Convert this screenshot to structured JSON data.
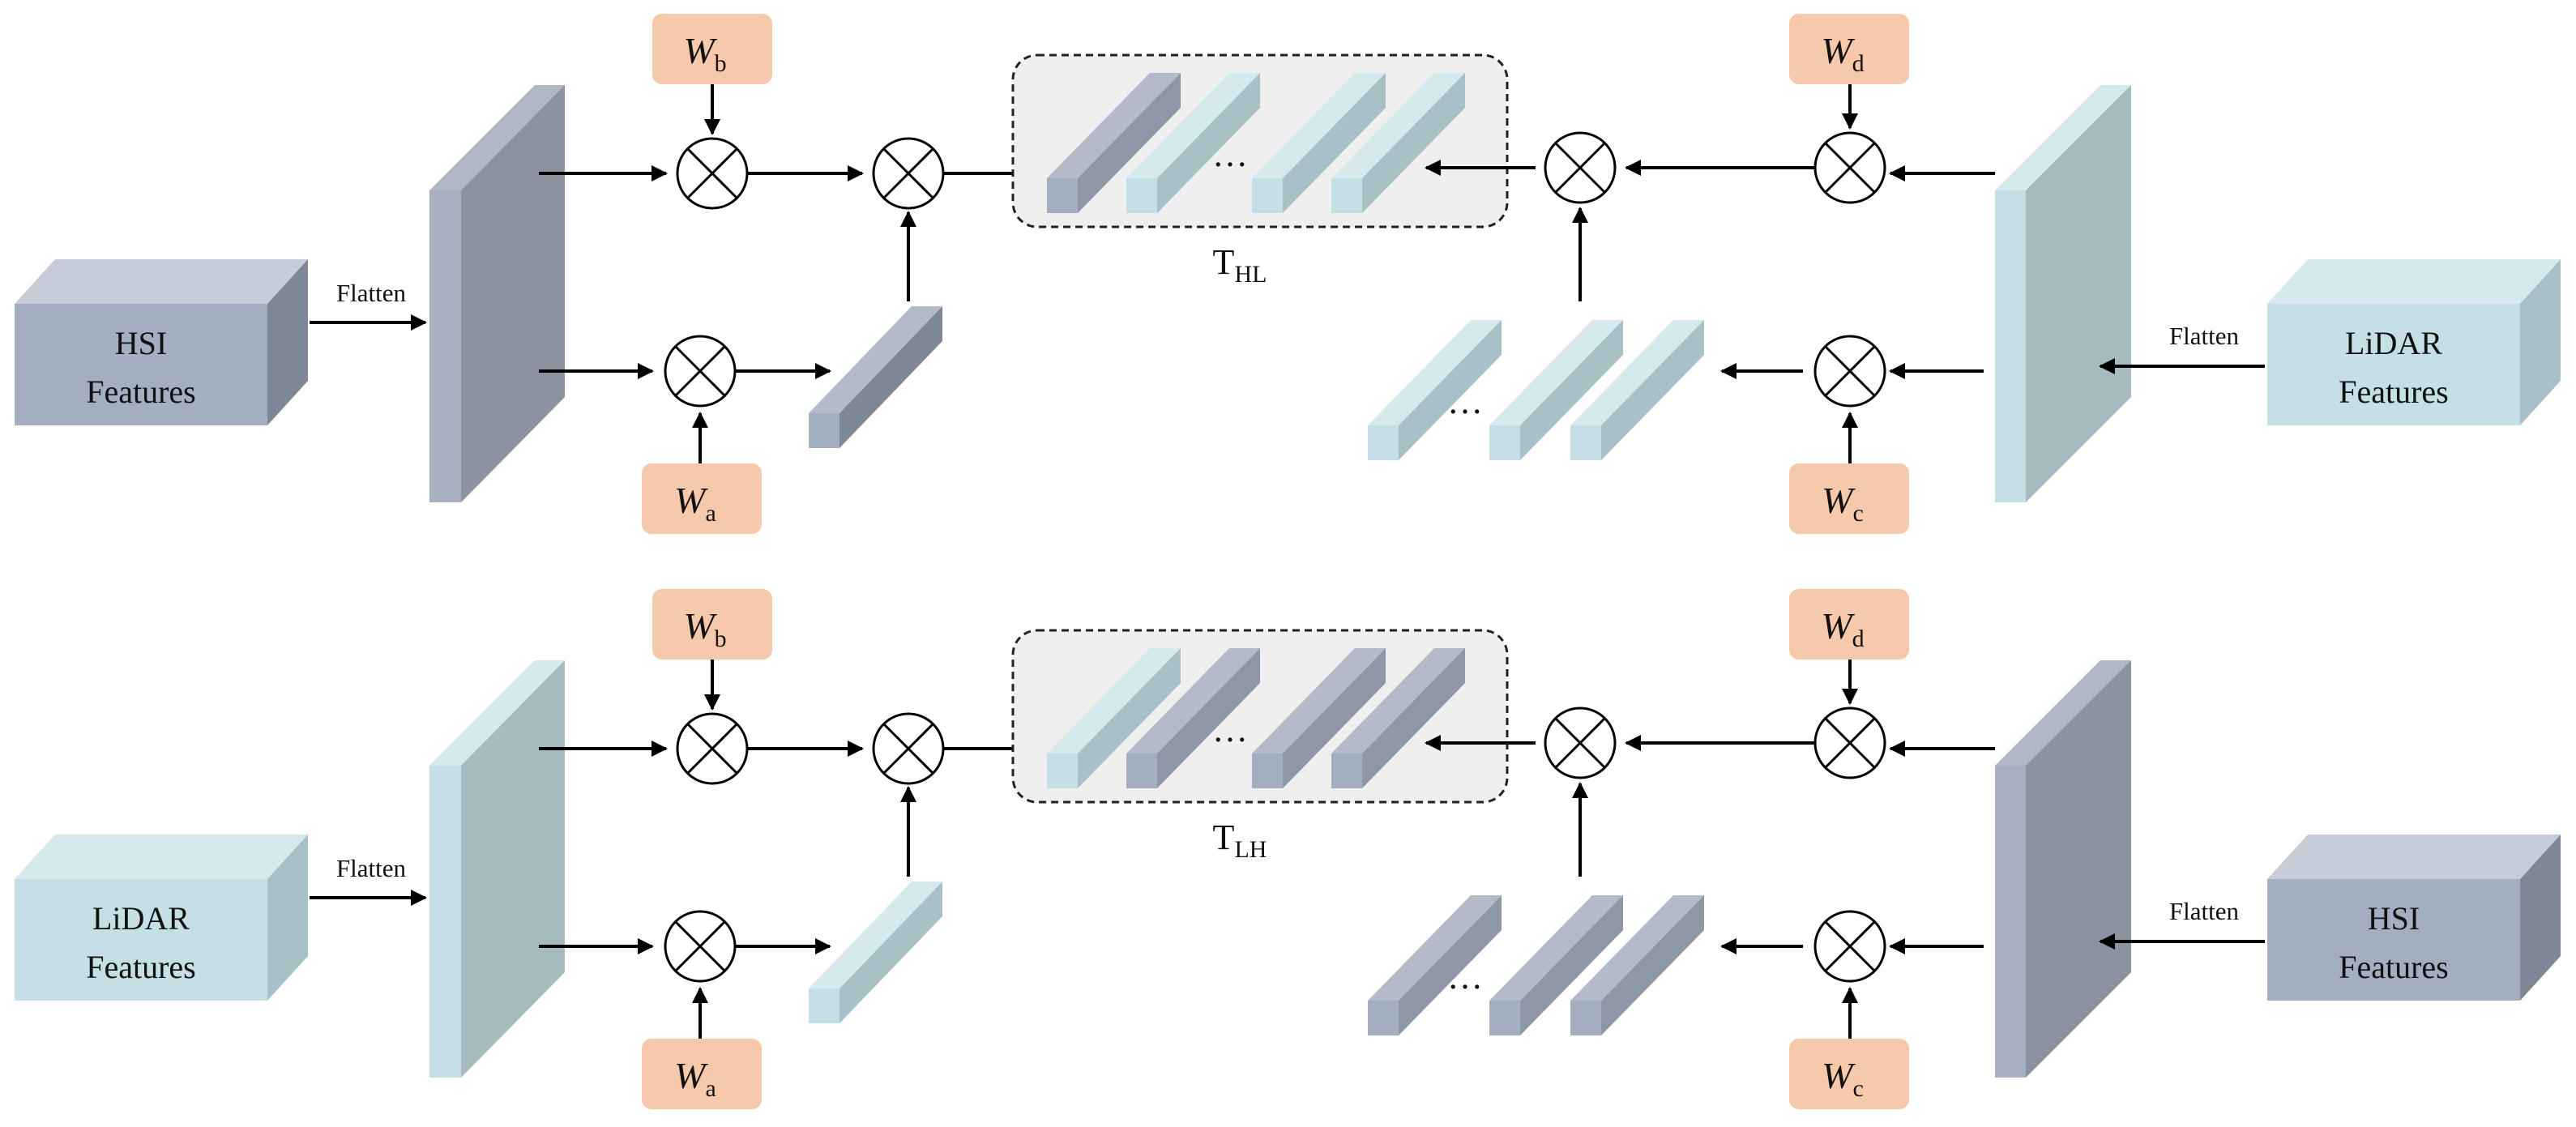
{
  "colors": {
    "hsi": "#a3aec0",
    "lidar": "#c4e0e6",
    "weight": "#f6c9ab",
    "token_group_bg": "#efefef",
    "arrow": "#000000"
  },
  "blocks": [
    {
      "hsi_features": {
        "line1": "HSI",
        "line2": "Features"
      },
      "lidar_features": {
        "line1": "LiDAR",
        "line2": "Features"
      },
      "flatten_left": "Flatten",
      "flatten_right": "Flatten",
      "w_b": {
        "base": "W",
        "sub": "b"
      },
      "w_a": {
        "base": "W",
        "sub": "a"
      },
      "w_d": {
        "base": "W",
        "sub": "d"
      },
      "w_c": {
        "base": "W",
        "sub": "c"
      },
      "ellipsis_center": "…",
      "ellipsis_lower": "…",
      "token_label": {
        "base": "T",
        "sub": "HL"
      }
    },
    {
      "hsi_features": {
        "line1": "HSI",
        "line2": "Features"
      },
      "lidar_features": {
        "line1": "LiDAR",
        "line2": "Features"
      },
      "flatten_left": "Flatten",
      "flatten_right": "Flatten",
      "w_b": {
        "base": "W",
        "sub": "b"
      },
      "w_a": {
        "base": "W",
        "sub": "a"
      },
      "w_d": {
        "base": "W",
        "sub": "d"
      },
      "w_c": {
        "base": "W",
        "sub": "c"
      },
      "ellipsis_center": "…",
      "ellipsis_lower": "…",
      "token_label": {
        "base": "T",
        "sub": "LH"
      }
    }
  ]
}
